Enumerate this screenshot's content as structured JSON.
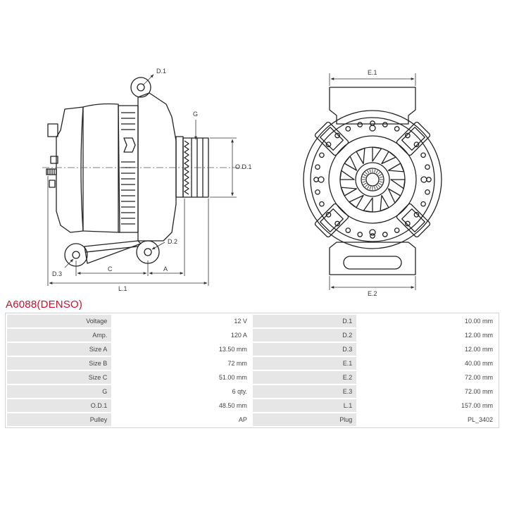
{
  "title": "A6088(DENSO)",
  "drawing": {
    "labels": {
      "d1": "D.1",
      "d2": "D.2",
      "d3": "D.3",
      "g": "G",
      "od1": "O.D.1",
      "c": "C",
      "a": "A",
      "l1": "L.1",
      "e1": "E.1",
      "e2": "E.2"
    }
  },
  "table": {
    "rows": [
      {
        "left_label": "Voltage",
        "left_value": "12 V",
        "right_label": "D.1",
        "right_value": "10.00 mm"
      },
      {
        "left_label": "Amp.",
        "left_value": "120 A",
        "right_label": "D.2",
        "right_value": "12.00 mm"
      },
      {
        "left_label": "Size A",
        "left_value": "13.50 mm",
        "right_label": "D.3",
        "right_value": "12.00 mm"
      },
      {
        "left_label": "Size B",
        "left_value": "72 mm",
        "right_label": "E.1",
        "right_value": "40.00 mm"
      },
      {
        "left_label": "Size C",
        "left_value": "51.00 mm",
        "right_label": "E.2",
        "right_value": "72.00 mm"
      },
      {
        "left_label": "G",
        "left_value": "6 qty.",
        "right_label": "E.3",
        "right_value": "72.00 mm"
      },
      {
        "left_label": "O.D.1",
        "left_value": "48.50 mm",
        "right_label": "L.1",
        "right_value": "157.00 mm"
      },
      {
        "left_label": "Pulley",
        "left_value": "AP",
        "right_label": "Plug",
        "right_value": "PL_3402"
      }
    ]
  }
}
